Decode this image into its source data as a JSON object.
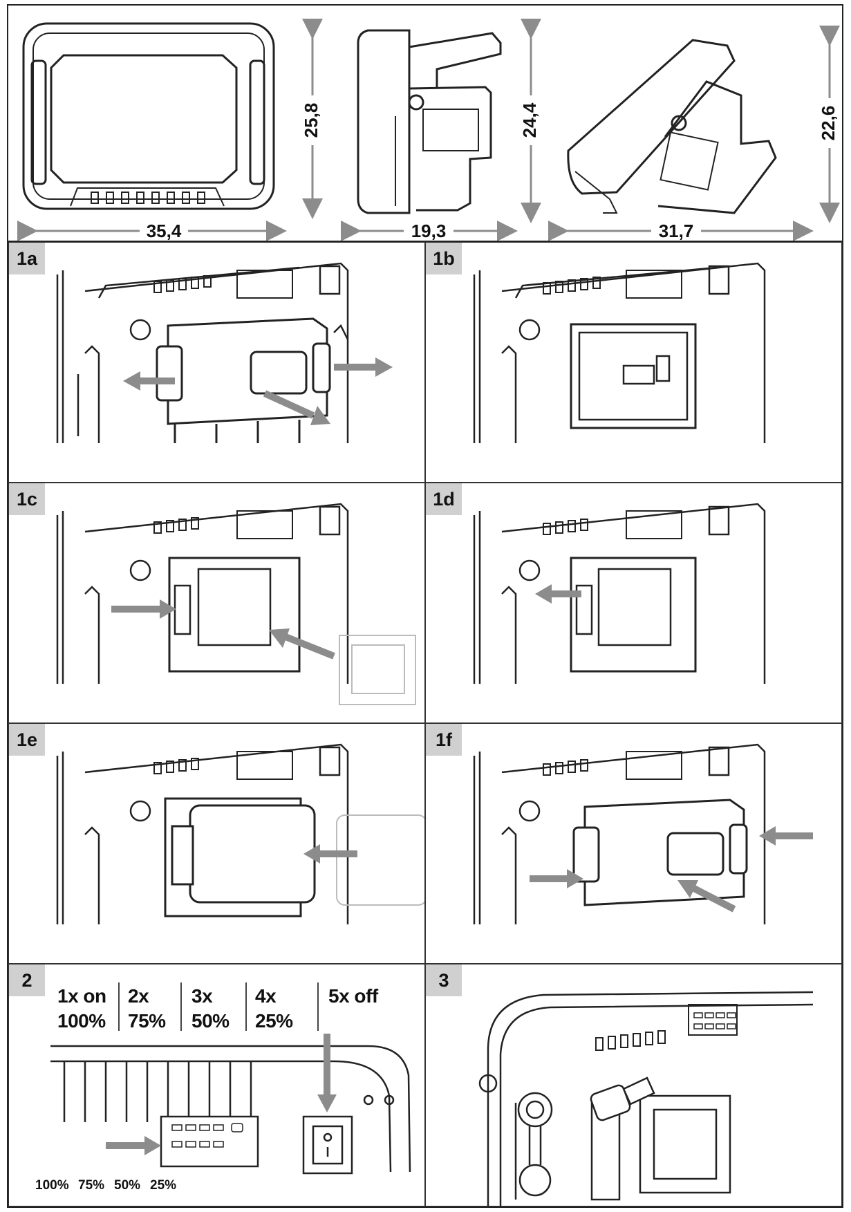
{
  "dimensions": {
    "front_height": "25,8",
    "front_width": "35,4",
    "side_height": "24,4",
    "side_depth": "19,3",
    "tilted_height": "22,6",
    "tilted_length": "31,7"
  },
  "steps": [
    {
      "id": "1a"
    },
    {
      "id": "1b"
    },
    {
      "id": "1c"
    },
    {
      "id": "1d"
    },
    {
      "id": "1e"
    },
    {
      "id": "1f"
    },
    {
      "id": "2"
    },
    {
      "id": "3"
    }
  ],
  "modes": [
    {
      "press": "1x on",
      "level": "100%"
    },
    {
      "press": "2x",
      "level": "75%"
    },
    {
      "press": "3x",
      "level": "50%"
    },
    {
      "press": "4x",
      "level": "25%"
    },
    {
      "press": "5x off",
      "level": ""
    }
  ],
  "battery_levels": [
    "100%",
    "75%",
    "50%",
    "25%"
  ],
  "colors": {
    "arrow": "#8c8c8c",
    "tag_background": "#d0d0d0",
    "line": "#222222"
  }
}
